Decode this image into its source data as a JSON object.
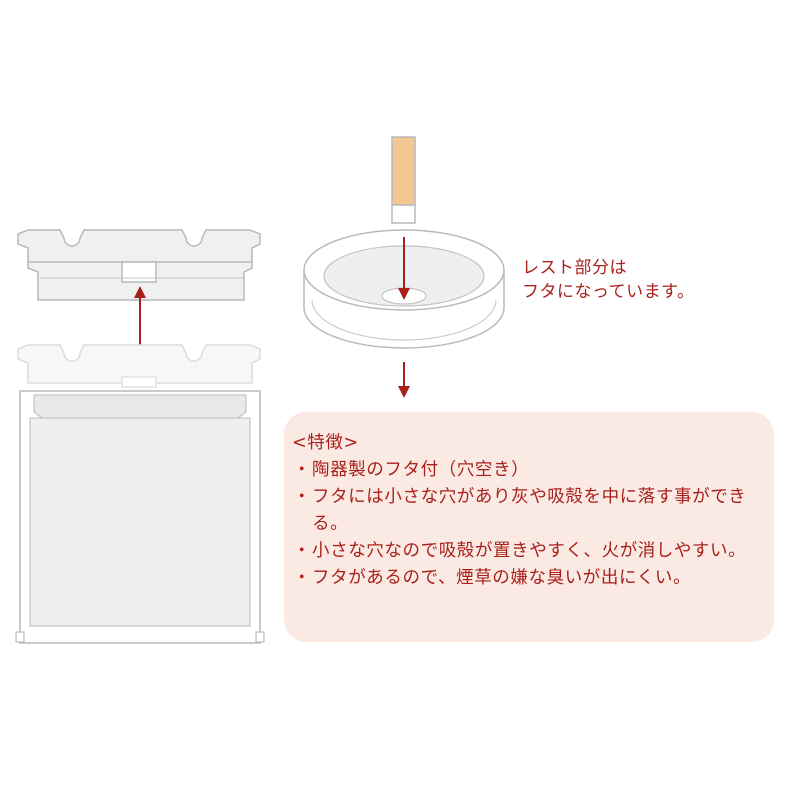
{
  "callout": {
    "line1": "レスト部分は",
    "line2": "フタになっています。"
  },
  "features": {
    "heading": "<特徴>",
    "bullet": "・",
    "items": [
      "陶器製のフタ付（穴空き）",
      "フタには小さな穴があり灰や吸殻を中に落す事ができる。",
      "小さな穴なので吸殻が置きやすく、火が消しやすい。",
      "フタがあるので、煙草の嫌な臭いが出にくい。"
    ]
  },
  "colors": {
    "accent": "#a9201b",
    "panel": "#fbeae3",
    "outline": "#b9b9b9",
    "fill": "#efefef",
    "filter": "#f3c78f"
  }
}
